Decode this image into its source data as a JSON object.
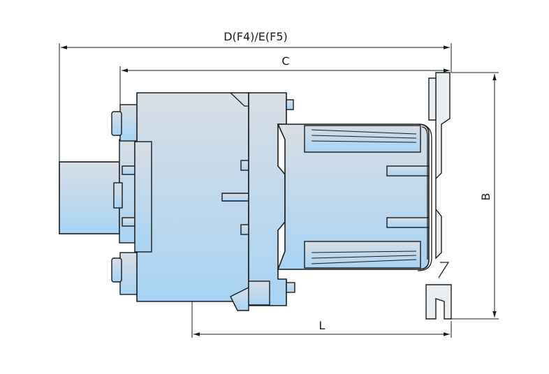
{
  "dimensions": {
    "overall_length_label": "D(F4)/E(F5)",
    "depth_label": "C",
    "height_label": "B",
    "base_length_label": "L"
  },
  "colors": {
    "body_top": "#d4dce4",
    "body_bottom": "#a9d2f2",
    "line": "#1b1b1b"
  }
}
